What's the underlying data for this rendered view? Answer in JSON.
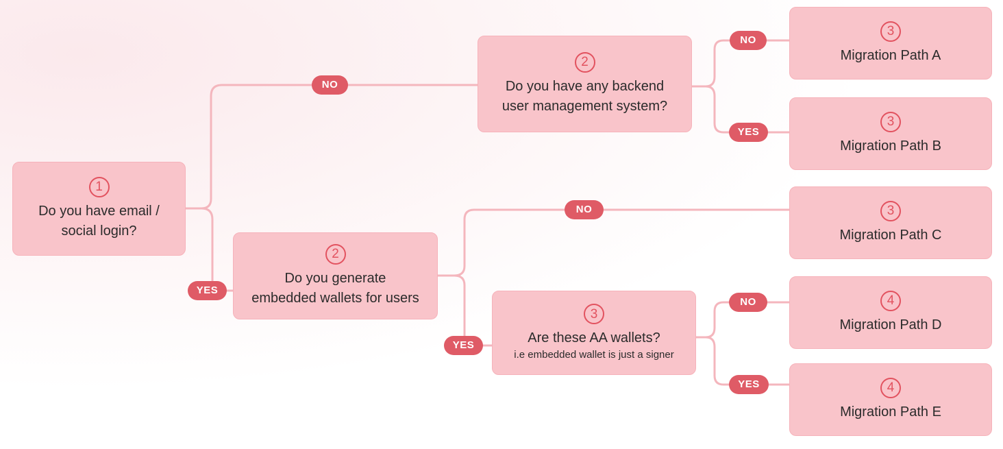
{
  "nodes": {
    "q1": {
      "step": "1",
      "text": "Do you have email /\nsocial login?"
    },
    "q2_no": {
      "step": "2",
      "text": "Do you have any backend\nuser management system?"
    },
    "q2_yes": {
      "step": "2",
      "text": "Do you generate\nembedded wallets for users"
    },
    "q3_aa": {
      "step": "3",
      "text": "Are these AA wallets?",
      "subtext": "i.e embedded wallet is just a signer"
    },
    "path_a": {
      "step": "3",
      "text": "Migration Path A"
    },
    "path_b": {
      "step": "3",
      "text": "Migration Path B"
    },
    "path_c": {
      "step": "3",
      "text": "Migration Path C"
    },
    "path_d": {
      "step": "4",
      "text": "Migration Path D"
    },
    "path_e": {
      "step": "4",
      "text": "Migration Path E"
    }
  },
  "labels": {
    "no": "NO",
    "yes": "YES"
  },
  "colors": {
    "node_fill": "#f9c4ca",
    "accent": "#df5b66",
    "connector": "#f4b6bd"
  }
}
